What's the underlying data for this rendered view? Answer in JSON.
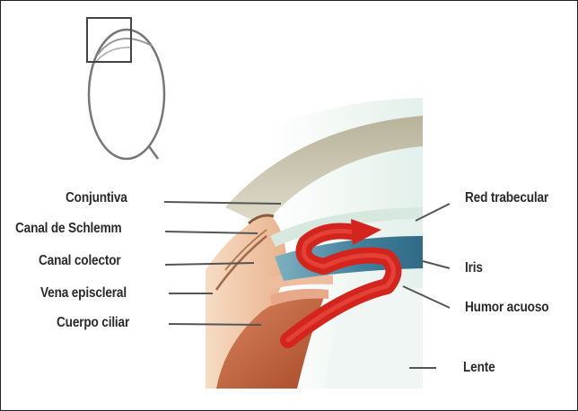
{
  "labels": {
    "conjuntiva": "Conjuntiva",
    "canal_schlemm": "Canal de Schlemm",
    "canal_colector": "Canal colector",
    "vena_episcleral": "Vena episcleral",
    "cuerpo_ciliar": "Cuerpo ciliar",
    "red_trabecular": "Red trabecular",
    "iris": "Iris",
    "humor_acuoso": "Humor acuoso",
    "lente": "Lente"
  },
  "colors": {
    "flow_arrow": "#d4241e",
    "cornea": "#c9c3ab",
    "iris": "#4f8fa8",
    "ciliary_body": "#b95a35",
    "sclera": "#f2c9a8",
    "leader_lines": "#555555"
  }
}
